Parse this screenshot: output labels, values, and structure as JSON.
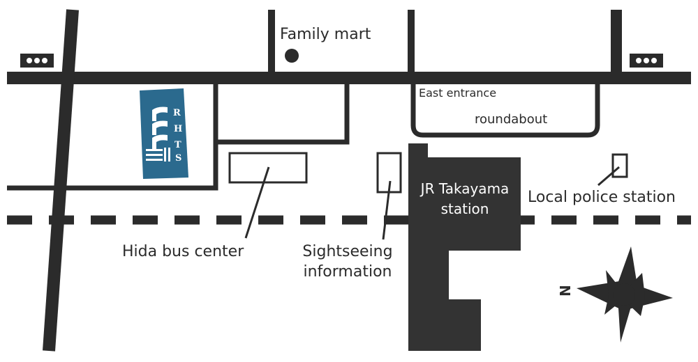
{
  "colors": {
    "road": "#2b2b2b",
    "station": "#333333",
    "logo": "#2b6a8e",
    "background": "#ffffff"
  },
  "labels": {
    "family_mart": "Family mart",
    "east_entrance": "East entrance",
    "roundabout": "roundabout",
    "station_line1": "JR Takayama",
    "station_line2": "station",
    "local_police": "Local police station",
    "bus_center": "Hida bus center",
    "sightseeing_line1": "Sightseeing",
    "sightseeing_line2": "information"
  },
  "logo": {
    "letters": [
      "R",
      "H",
      "T",
      "S"
    ]
  },
  "compass": {
    "north_label": "N"
  },
  "icons": {
    "traffic_light": "traffic-light-icon",
    "compass": "compass-rose-icon",
    "store_marker": "store-dot-icon"
  }
}
